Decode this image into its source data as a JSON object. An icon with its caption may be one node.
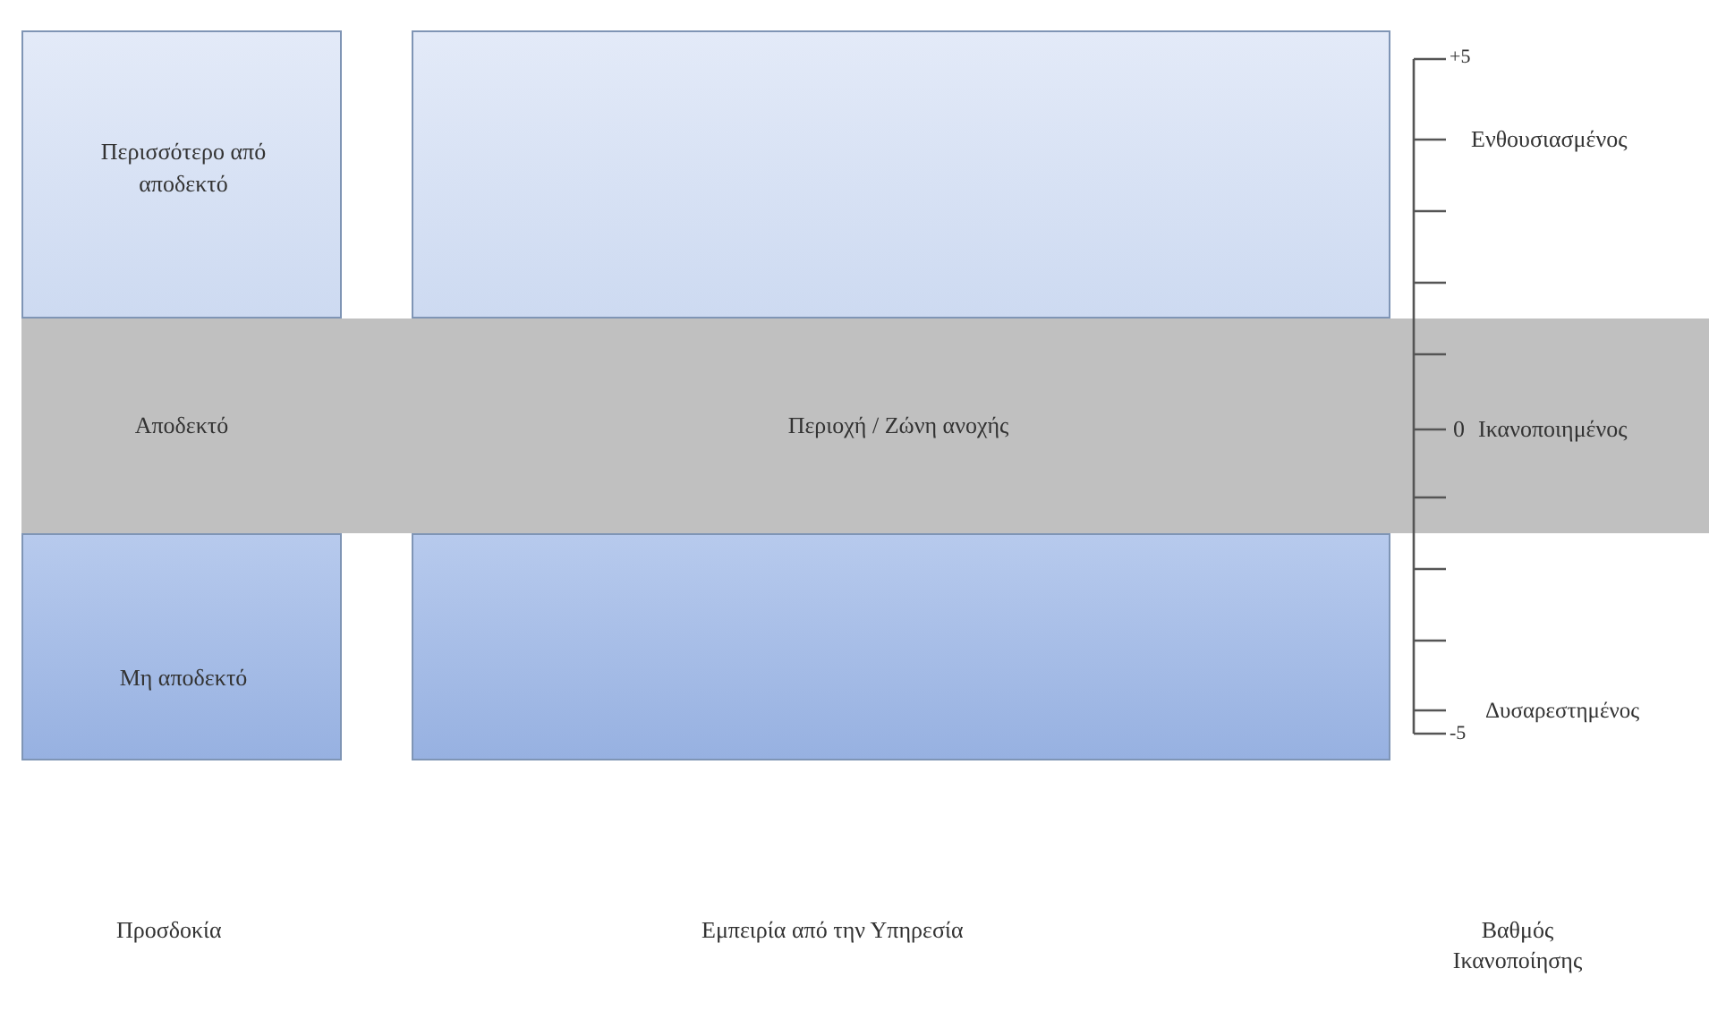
{
  "diagram": {
    "nodes": [
      {
        "text": [
          "Περισσότερο από αποδεκτό"
        ]
      },
      {
        "text": [],
        "shape": "box"
      },
      {
        "text": [
          "Αποδεκτό",
          "Περιοχή / Ζώνη ανοχής"
        ]
      },
      {
        "text": [
          "Μη αποδεκτό"
        ]
      },
      {
        "text": [],
        "shape": "box"
      }
    ],
    "labels": [
      "+5",
      "Ενθουσιασμένος",
      "0",
      "Ικανοποιημένος",
      "Δυσαρεστημένος",
      "-5",
      "Προσδοκία",
      "Εμπειρία από την Υπηρεσία",
      "Βαθμός Ικανοποίησης"
    ]
  }
}
